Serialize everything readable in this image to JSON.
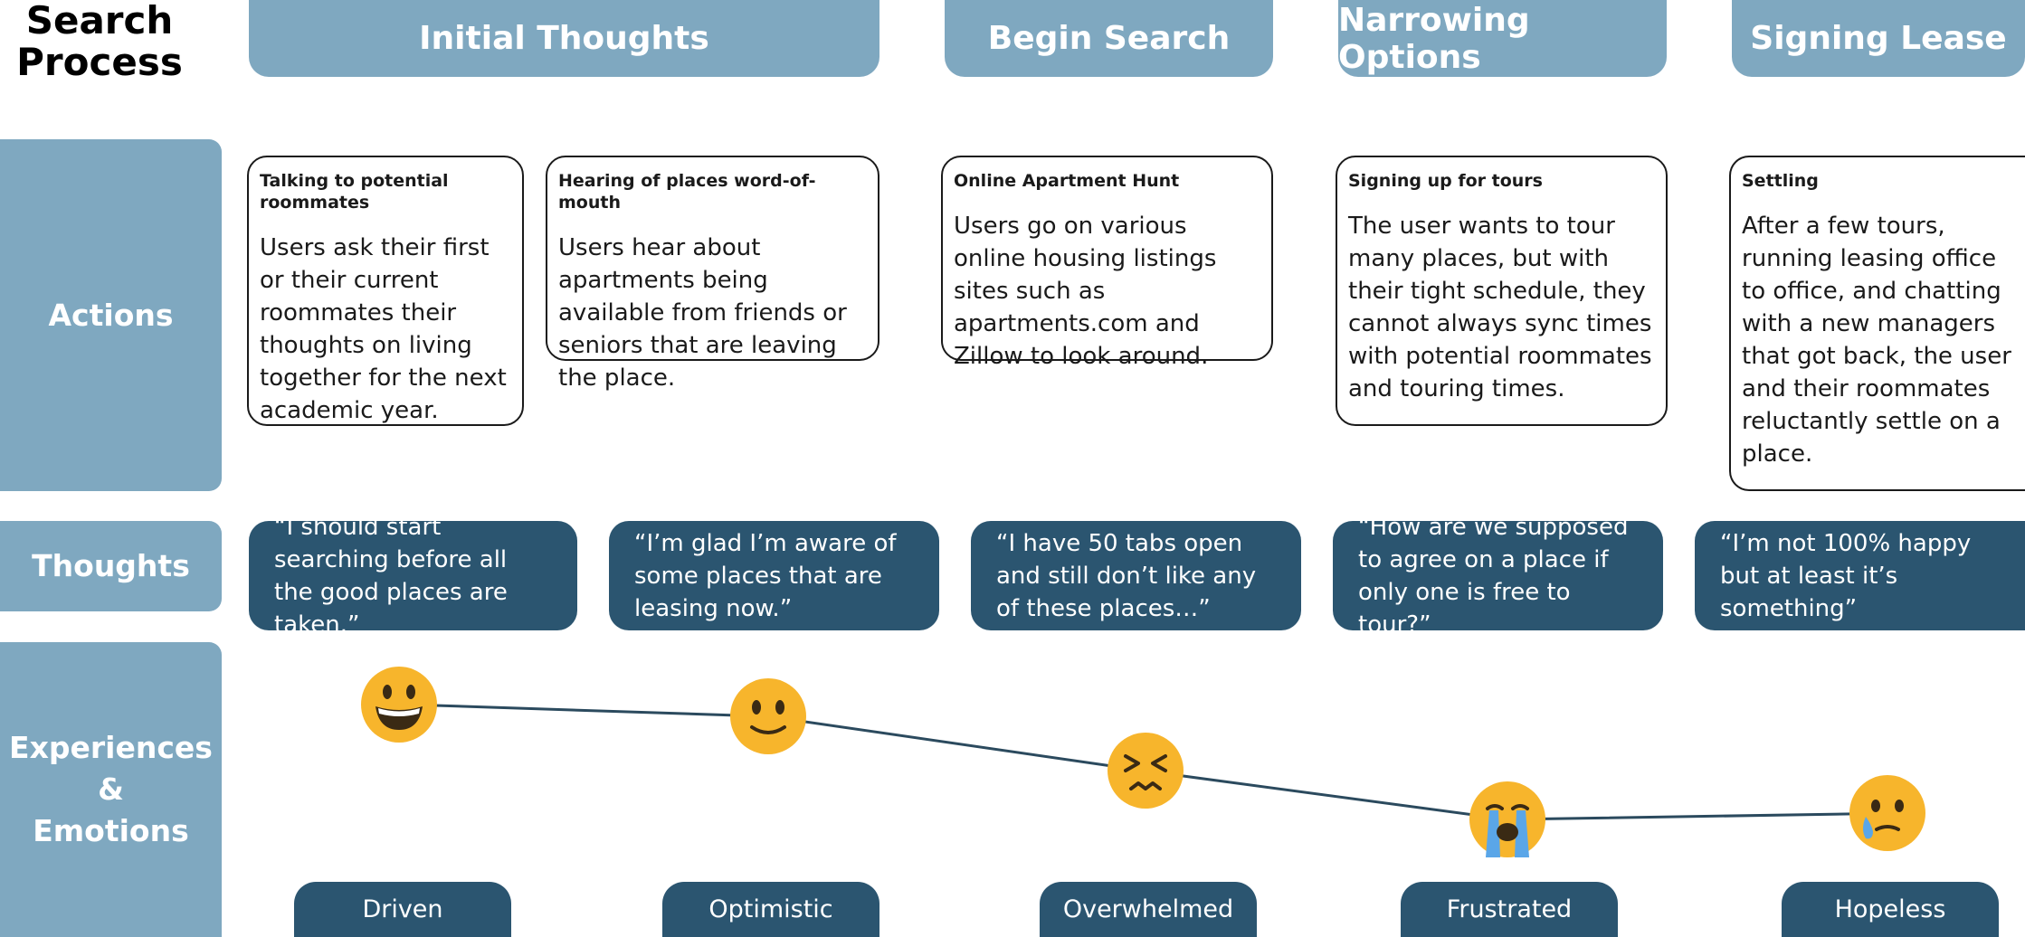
{
  "title": {
    "line1": "Search",
    "line2": "Process"
  },
  "phases": [
    "Initial Thoughts",
    "Begin Search",
    "Narrowing Options",
    "Signing Lease"
  ],
  "rows": {
    "actions": "Actions",
    "thoughts": "Thoughts",
    "experiences": {
      "line1": "Experiences",
      "line2": "&",
      "line3": "Emotions"
    }
  },
  "actions": [
    {
      "title": "Talking to potential roommates",
      "body": "Users ask their first or their current roommates their thoughts on living together for the next academic year."
    },
    {
      "title": "Hearing of places word-of-mouth",
      "body": "Users hear about apartments being available from friends or seniors that are leaving the place."
    },
    {
      "title": "Online Apartment Hunt",
      "body": "Users go on various online housing listings sites such as apartments.com and Zillow to look around."
    },
    {
      "title": "Signing up for tours",
      "body": "The user wants to tour many places, but with their tight schedule, they cannot always sync times with potential roommates and touring times."
    },
    {
      "title": "Settling",
      "body": "After a few tours, running leasing office to office, and chatting with a new managers that got back, the user and their roommates reluctantly settle on a place."
    }
  ],
  "thoughts": [
    "“I should start searching before all the good places are taken.”",
    "“I’m glad I’m aware of some places that are leasing now.”",
    "“I have 50 tabs open and still don’t like any of these places…”",
    "“How are we supposed to agree on a place if only one is free to tour?”",
    "“I’m not 100% happy but at least it’s something”"
  ],
  "emotions": [
    {
      "label": "Driven",
      "icon": "grinning-face-icon",
      "level": 0.95
    },
    {
      "label": "Optimistic",
      "icon": "slightly-smiling-face-icon",
      "level": 0.85
    },
    {
      "label": "Overwhelmed",
      "icon": "confounded-face-icon",
      "level": 0.4
    },
    {
      "label": "Frustrated",
      "icon": "loudly-crying-face-icon",
      "level": 0.0
    },
    {
      "label": "Hopeless",
      "icon": "face-holding-back-tears-icon",
      "level": 0.05
    }
  ],
  "colors": {
    "light_blue": "#7fa8c0",
    "dark_blue": "#2b5570",
    "line": "#2b4a5e",
    "emoji_yellow": "#f7b52c"
  }
}
